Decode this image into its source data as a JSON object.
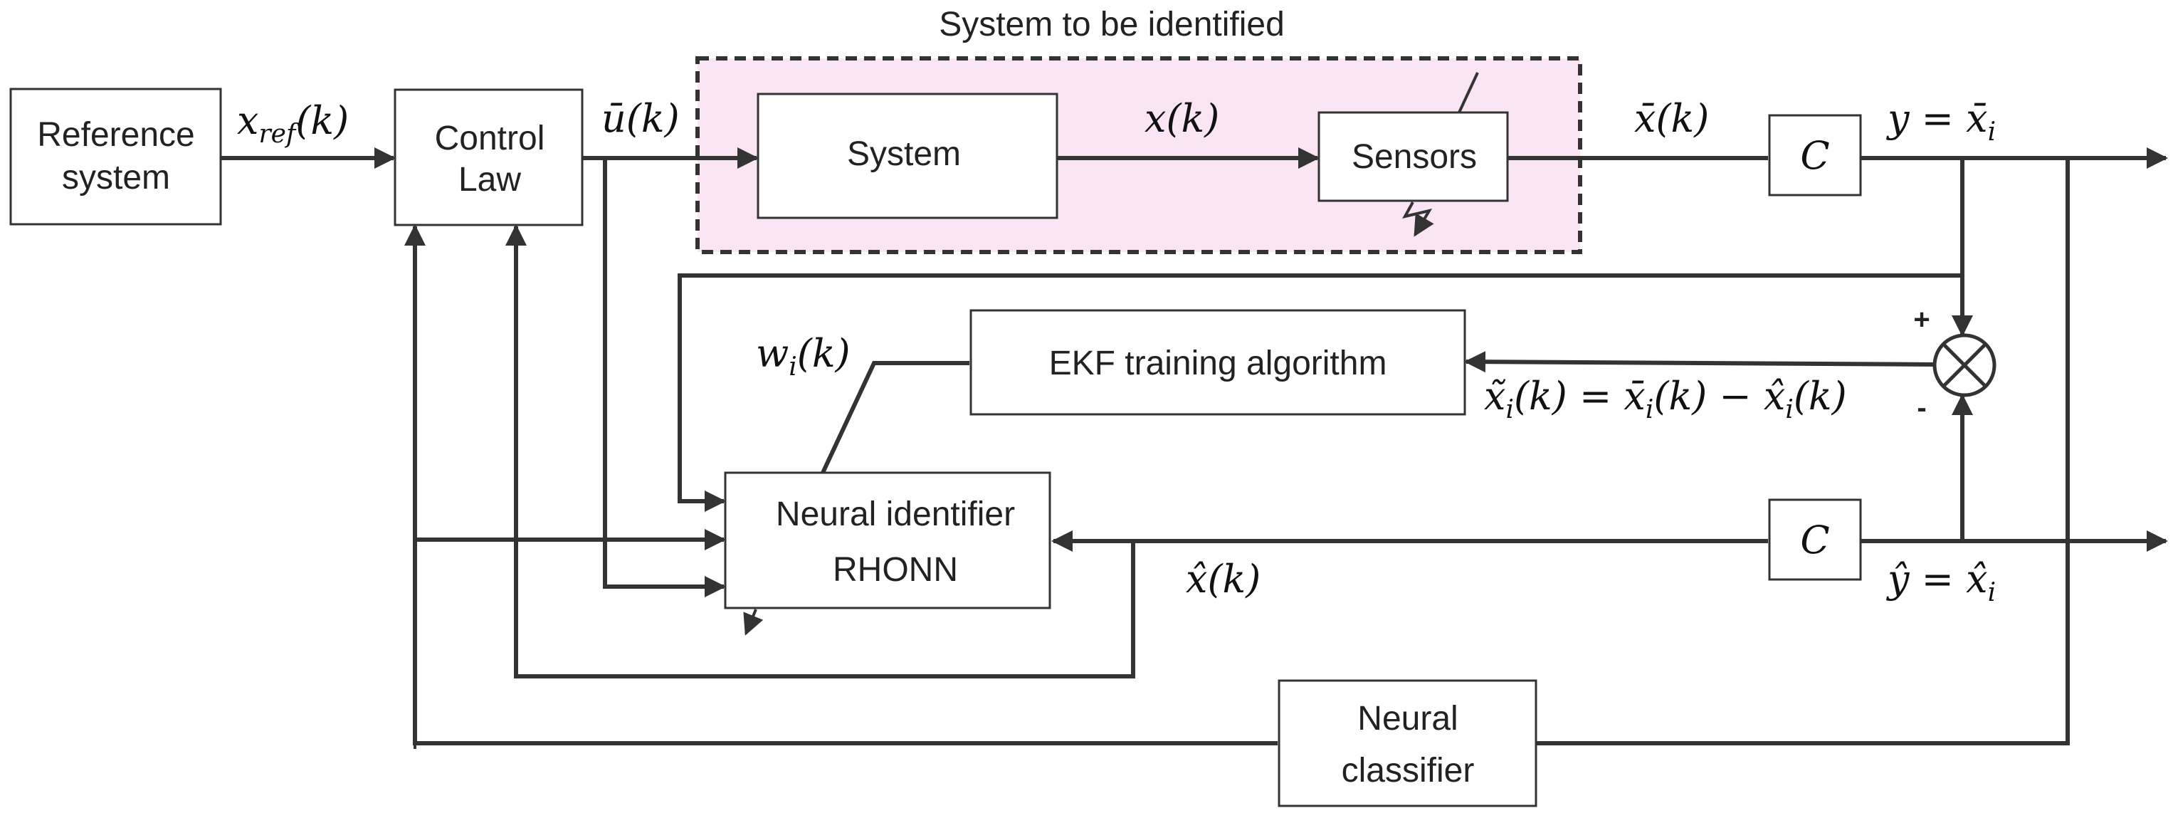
{
  "group": {
    "title": "System to be identified",
    "fill": "#f9e5f3",
    "border": "#333333"
  },
  "blocks": {
    "reference": {
      "line1": "Reference",
      "line2": "system"
    },
    "control": {
      "line1": "Control",
      "line2": "Law"
    },
    "system": {
      "label": "System"
    },
    "sensors": {
      "label": "Sensors"
    },
    "c_top": {
      "label": "C"
    },
    "c_bottom": {
      "label": "C"
    },
    "ekf": {
      "label": "EKF training algorithm"
    },
    "identifier": {
      "line1": "Neural identifier",
      "line2": "RHONN"
    },
    "classifier": {
      "line1": "Neural",
      "line2": "classifier"
    }
  },
  "signals": {
    "xref": {
      "base": "x",
      "sub": "ref",
      "arg": "(k)"
    },
    "ubar": {
      "base": "ū",
      "arg": "(k)"
    },
    "x": {
      "base": "x",
      "arg": "(k)"
    },
    "xbar": {
      "base": "x̄",
      "arg": "(k)"
    },
    "y": {
      "lhs": "y",
      "eq": " = ",
      "rhs": "x̄",
      "sub": "i"
    },
    "wi": {
      "base": "w",
      "sub": "i",
      "arg": "(k)"
    },
    "error": {
      "a": "x̃",
      "a_sub": "i",
      "a_arg": "(k) = ",
      "b": "x̄",
      "b_sub": "i",
      "b_arg": "(k) − ",
      "c": "x̂",
      "c_sub": "i",
      "c_arg": "(k)"
    },
    "xhat": {
      "base": "x̂",
      "arg": "(k)"
    },
    "yhat": {
      "lhs": "ŷ",
      "eq": " = ",
      "rhs": "x̂",
      "sub": "i"
    }
  },
  "summer": {
    "plus": "+",
    "minus": "-"
  }
}
